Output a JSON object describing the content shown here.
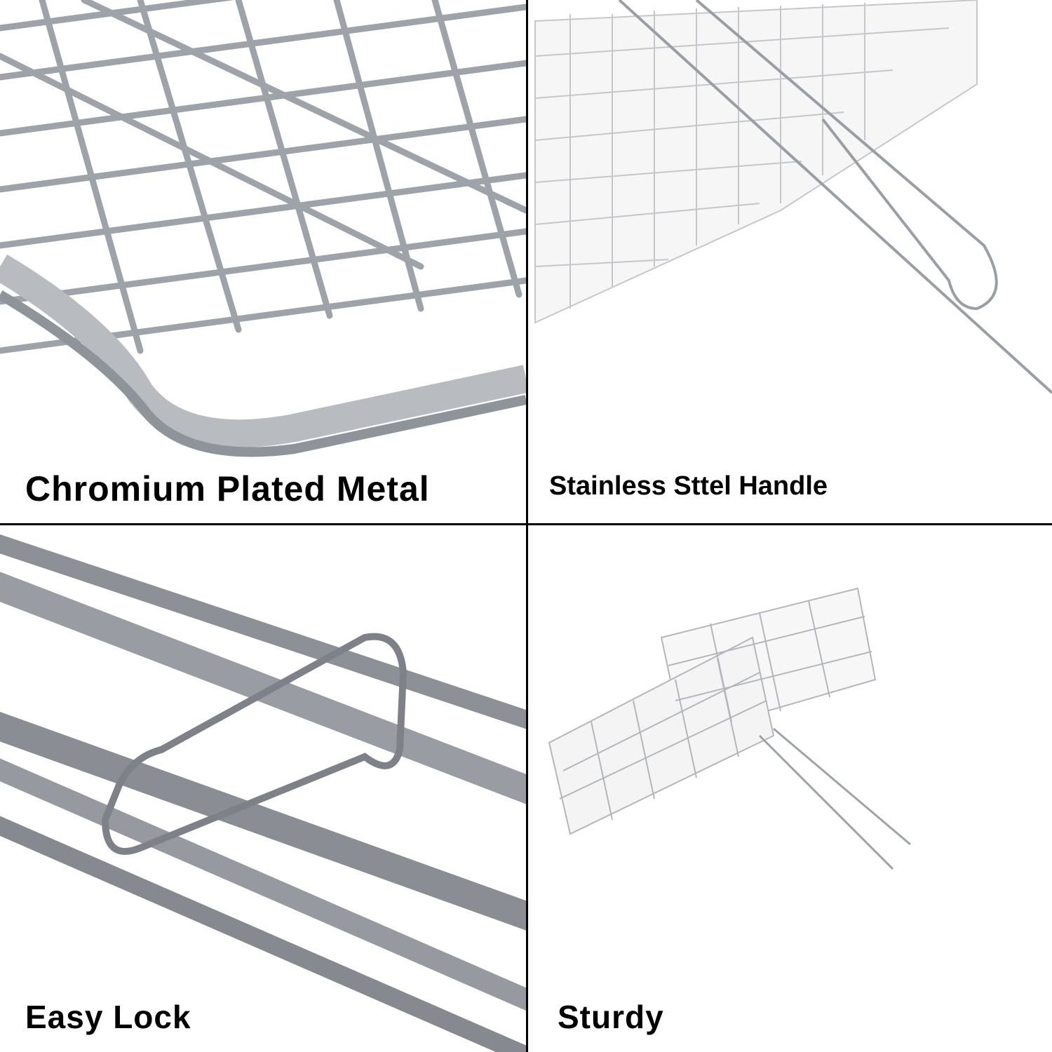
{
  "panels": [
    {
      "caption": "Chromium Plated Metal"
    },
    {
      "caption": "Stainless Sttel Handle"
    },
    {
      "caption": "Easy Lock"
    },
    {
      "caption": "Sturdy"
    }
  ],
  "colors": {
    "divider": "#000000",
    "metal": "#a9adb3",
    "background": "#ffffff"
  }
}
